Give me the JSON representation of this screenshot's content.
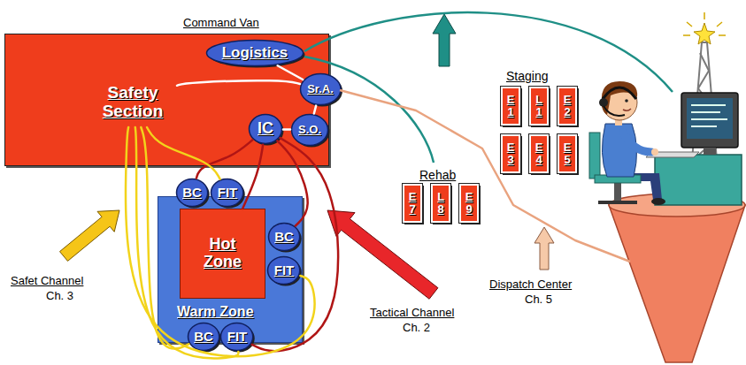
{
  "diagram": {
    "nodes": [
      {
        "text": [
          "Command Van"
        ]
      },
      {
        "text": [
          "Logistics"
        ],
        "in": 0
      },
      {
        "text": [
          "Sr.A."
        ],
        "in": 0
      },
      {
        "text": [
          "Safety Section"
        ],
        "in": 0
      },
      {
        "text": [
          "IC"
        ],
        "in": 0
      },
      {
        "text": [
          "S.O."
        ],
        "in": 0
      },
      {
        "text": [
          "Warm Zone"
        ]
      },
      {
        "text": [
          "BC"
        ],
        "in": 6
      },
      {
        "text": [
          "FIT"
        ],
        "in": 6
      },
      {
        "text": [
          "Hot Zone"
        ],
        "in": 6
      },
      {
        "text": [
          "BC"
        ],
        "in": 6
      },
      {
        "text": [
          "FIT"
        ],
        "in": 6
      },
      {
        "text": [
          "BC"
        ],
        "in": 6
      },
      {
        "text": [
          "FIT"
        ],
        "in": 6
      },
      {
        "text": [
          "E 1"
        ]
      },
      {
        "text": [
          "L 1"
        ]
      },
      {
        "text": [
          "E 2"
        ]
      },
      {
        "text": [
          "E 3"
        ]
      },
      {
        "text": [
          "E 4"
        ]
      },
      {
        "text": [
          "E 5"
        ]
      },
      {
        "text": [
          "E 7"
        ]
      },
      {
        "text": [
          "L 8"
        ]
      },
      {
        "text": [
          "E 9"
        ]
      }
    ],
    "edges": [
      {
        "from": 1,
        "to": 2,
        "arrow": "none"
      },
      {
        "from": 3,
        "to": 2,
        "arrow": "none"
      },
      {
        "from": 2,
        "to": 5,
        "arrow": "none"
      },
      {
        "from": 4,
        "to": 5,
        "arrow": "none"
      },
      {
        "from": 4,
        "to": 7,
        "arrow": "none"
      },
      {
        "from": 4,
        "to": 9,
        "arrow": "none"
      },
      {
        "from": 4,
        "to": 10,
        "arrow": "none"
      },
      {
        "from": 4,
        "to": 13,
        "arrow": "none"
      },
      {
        "from": 3,
        "to": 8,
        "arrow": "none"
      },
      {
        "from": 3,
        "to": 12,
        "arrow": "none"
      },
      {
        "from": 3,
        "to": 13,
        "arrow": "none"
      },
      {
        "from": 3,
        "to": 11,
        "arrow": "none"
      }
    ],
    "labels": [
      "Staging",
      "Rehab",
      "Safet Channel",
      "Ch. 3",
      "Tactical Channel",
      "Ch. 2",
      "Dispatch Center",
      "Ch. 5"
    ]
  }
}
